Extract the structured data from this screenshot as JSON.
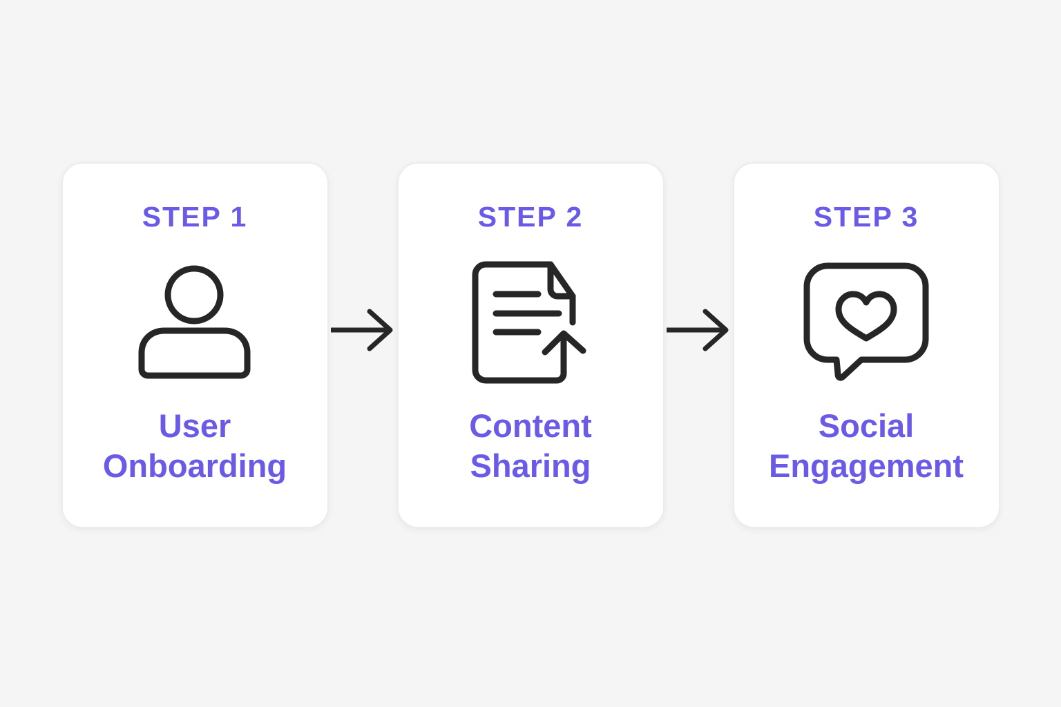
{
  "diagram": {
    "background_color": "#F5F5F6",
    "accent_color": "#6A5AE8",
    "icon_stroke_color": "#262626",
    "card_background_color": "#FFFFFF",
    "card_border_color": "#ECECEF",
    "steps": [
      {
        "step_label": "STEP 1",
        "icon": "user-icon",
        "title": "User Onboarding",
        "title_lines": [
          "User",
          "Onboarding"
        ]
      },
      {
        "step_label": "STEP 2",
        "icon": "document-share-icon",
        "title": "Content Sharing",
        "title_lines": [
          "Content",
          "Sharing"
        ]
      },
      {
        "step_label": "STEP 3",
        "icon": "chat-heart-icon",
        "title": "Social Engagement",
        "title_lines": [
          "Social",
          "Engagement"
        ]
      }
    ],
    "connector_icon": "arrow-right-icon"
  }
}
